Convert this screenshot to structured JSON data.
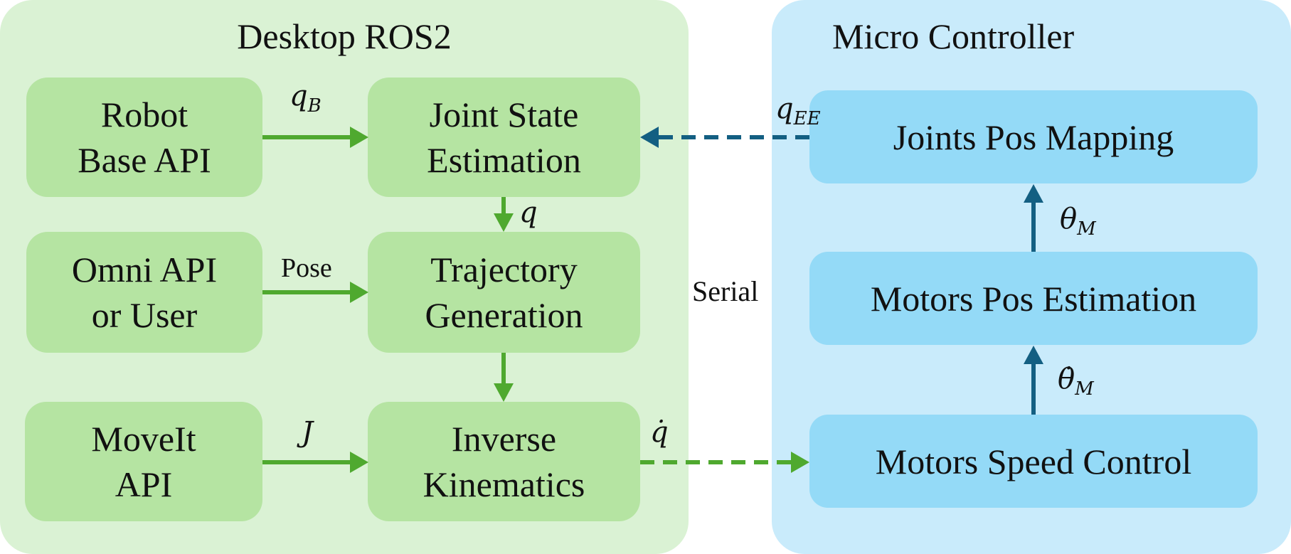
{
  "left_panel": {
    "title": "Desktop ROS2",
    "color": "#daf2d4"
  },
  "right_panel": {
    "title": "Micro Controller",
    "color": "#c9ebfb"
  },
  "blocks": {
    "robot_base_api": [
      "Robot",
      "Base API"
    ],
    "joint_state_estimation": [
      "Joint State",
      "Estimation"
    ],
    "omni_api": [
      "Omni API",
      "or User"
    ],
    "trajectory_generation": [
      "Trajectory",
      "Generation"
    ],
    "moveit_api": [
      "MoveIt",
      "API"
    ],
    "inverse_kinematics": [
      "Inverse",
      "Kinematics"
    ],
    "joints_pos_mapping": "Joints Pos Mapping",
    "motors_pos_estimation": "Motors Pos Estimation",
    "motors_speed_control": "Motors Speed Control"
  },
  "edge_labels": {
    "q_b": {
      "base": "q",
      "sub": "B"
    },
    "q": "q",
    "pose": "Pose",
    "j": "J",
    "q_dot": "q̇",
    "q_ee": {
      "base": "q",
      "sub": "EE"
    },
    "theta_m": {
      "base": "θ",
      "sub": "M"
    },
    "theta_dot_m": {
      "base": "θ̇",
      "sub": "M"
    },
    "serial": "Serial"
  },
  "colors": {
    "green_block": "#b5e4a2",
    "blue_block": "#94daf7",
    "green_arrow": "#4fa92f",
    "blue_arrow": "#135f82"
  }
}
